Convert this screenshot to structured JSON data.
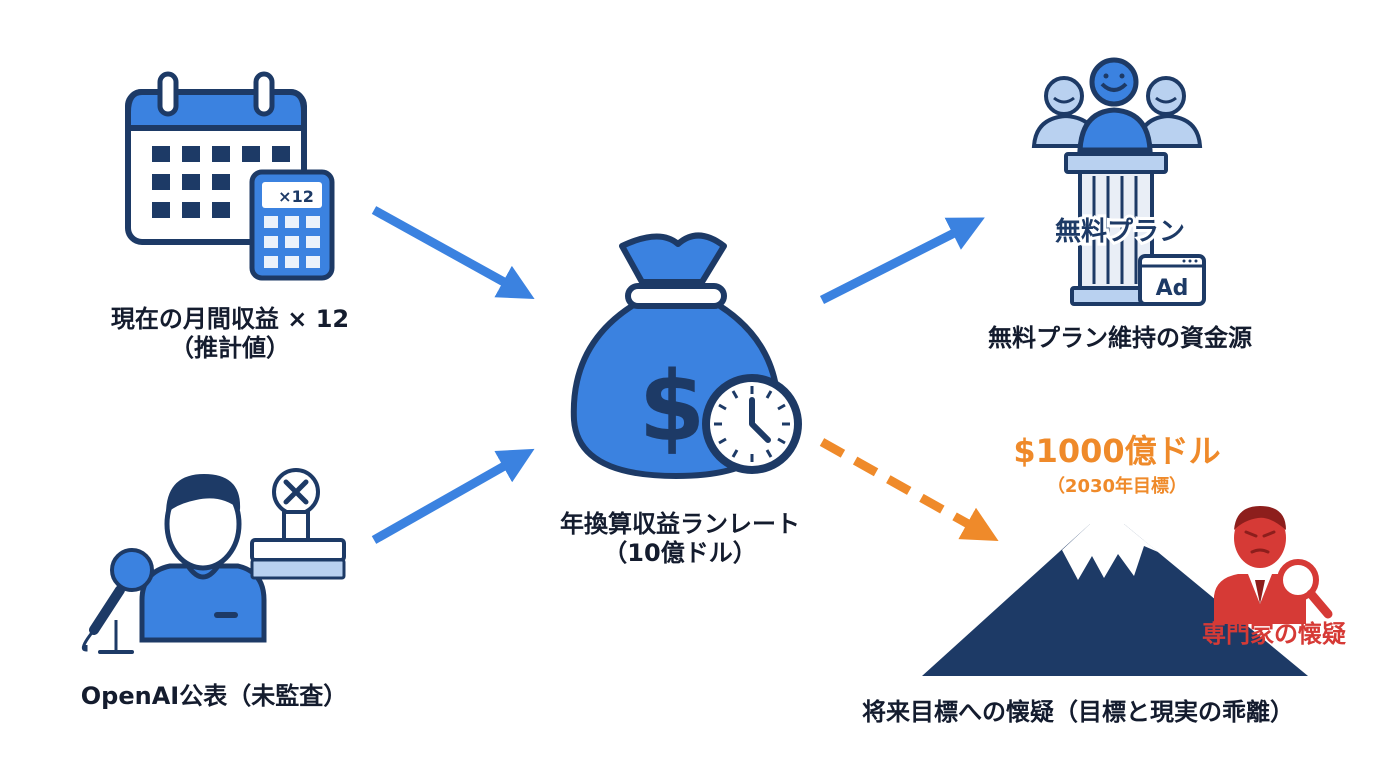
{
  "nodes": {
    "monthly": {
      "line1": "現在の月間収益 × 12",
      "line2": "（推計値）",
      "calc_label": "×12"
    },
    "openai": {
      "line1": "OpenAI公表（未監査）"
    },
    "center": {
      "line1": "年換算収益ランレート",
      "line2": "（10億ドル）"
    },
    "free_plan": {
      "line1": "無料プラン維持の資金源",
      "pillar_text": "無料プラン",
      "ad_label": "Ad"
    },
    "target": {
      "amount": "$1000億ドル",
      "year": "（2030年目標）",
      "expert": "専門家の懐疑",
      "caption": "将来目標への懐疑（目標と現実の乖離）"
    }
  },
  "colors": {
    "primary_blue": "#3b82e0",
    "navy": "#1d3a66",
    "orange": "#ef8a2a",
    "red": "#d63a36"
  },
  "icons": [
    "calendar-icon",
    "calculator-icon",
    "person-microphone-icon",
    "stamp-icon",
    "money-bag-icon",
    "clock-icon",
    "users-icon",
    "pillar-icon",
    "ad-window-icon",
    "mountain-icon",
    "expert-magnifier-icon"
  ]
}
